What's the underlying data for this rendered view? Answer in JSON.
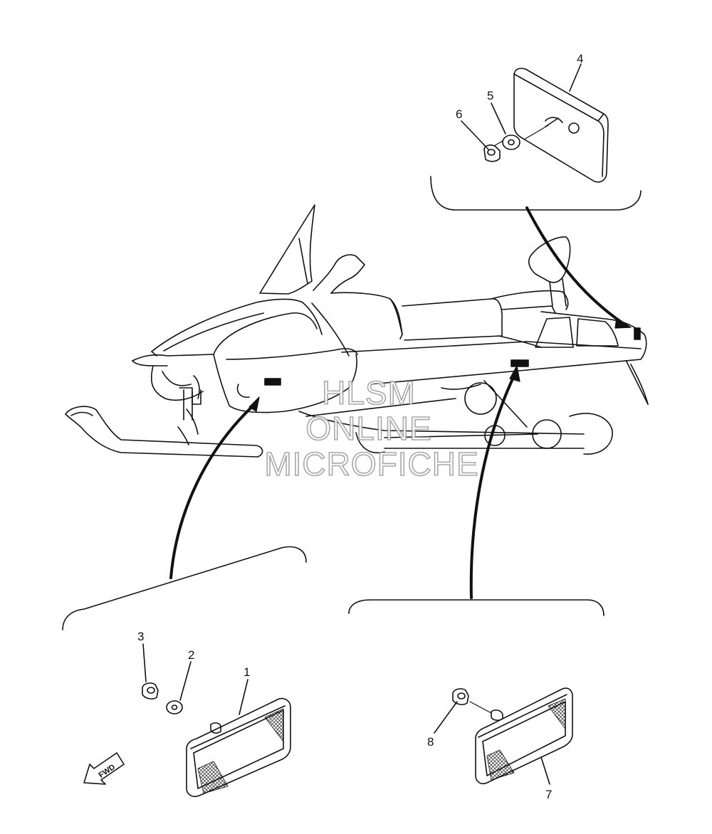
{
  "callouts": {
    "c1": "1",
    "c2": "2",
    "c3": "3",
    "c4": "4",
    "c5": "5",
    "c6": "6",
    "c7": "7",
    "c8": "8"
  },
  "fwd_label": "FWD",
  "watermark": {
    "line1": "HLSM",
    "line2": "ONLINE",
    "line3": "MICROFICHE"
  }
}
